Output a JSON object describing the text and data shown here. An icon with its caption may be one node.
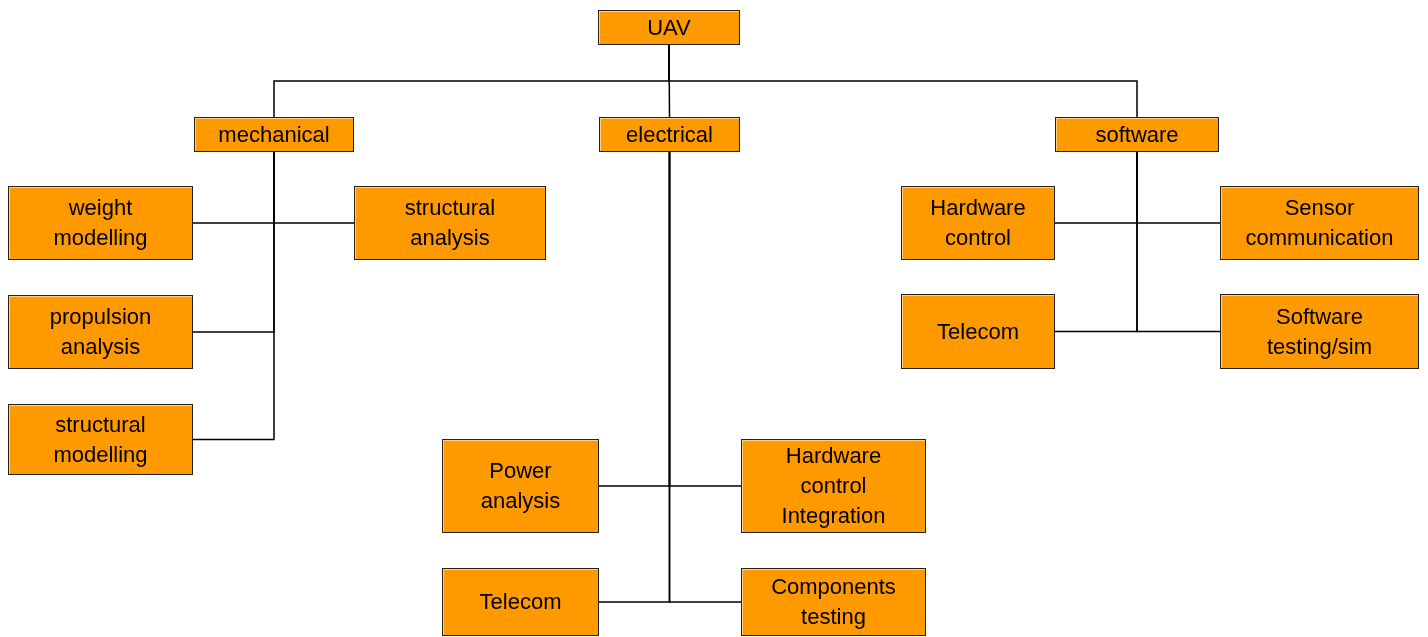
{
  "diagram": {
    "nodes": [
      {
        "text": [
          "UAV"
        ]
      },
      {
        "text": [
          "mechanical"
        ]
      },
      {
        "text": [
          "electrical"
        ]
      },
      {
        "text": [
          "software"
        ]
      },
      {
        "text": [
          "weight modelling"
        ]
      },
      {
        "text": [
          "structural analysis"
        ]
      },
      {
        "text": [
          "propulsion analysis"
        ]
      },
      {
        "text": [
          "structural modelling"
        ]
      },
      {
        "text": [
          "Hardware control"
        ]
      },
      {
        "text": [
          "Sensor communication"
        ]
      },
      {
        "text": [
          "Telecom"
        ]
      },
      {
        "text": [
          "Software testing/sim"
        ]
      },
      {
        "text": [
          "Power analysis"
        ]
      },
      {
        "text": [
          "Hardware control Integration"
        ]
      },
      {
        "text": [
          "Telecom"
        ]
      },
      {
        "text": [
          "Components testing"
        ]
      }
    ],
    "edges": [
      {
        "from": 0,
        "to": 1,
        "arrow": "none"
      },
      {
        "from": 0,
        "to": 2,
        "arrow": "none"
      },
      {
        "from": 0,
        "to": 3,
        "arrow": "none"
      },
      {
        "from": 1,
        "to": 4,
        "arrow": "none"
      },
      {
        "from": 1,
        "to": 5,
        "arrow": "none"
      },
      {
        "from": 1,
        "to": 6,
        "arrow": "none"
      },
      {
        "from": 1,
        "to": 7,
        "arrow": "none"
      },
      {
        "from": 3,
        "to": 8,
        "arrow": "none"
      },
      {
        "from": 3,
        "to": 9,
        "arrow": "none"
      },
      {
        "from": 3,
        "to": 10,
        "arrow": "none"
      },
      {
        "from": 3,
        "to": 11,
        "arrow": "none"
      },
      {
        "from": 2,
        "to": 12,
        "arrow": "none"
      },
      {
        "from": 2,
        "to": 13,
        "arrow": "none"
      },
      {
        "from": 2,
        "to": 14,
        "arrow": "none"
      },
      {
        "from": 2,
        "to": 15,
        "arrow": "none"
      }
    ]
  }
}
